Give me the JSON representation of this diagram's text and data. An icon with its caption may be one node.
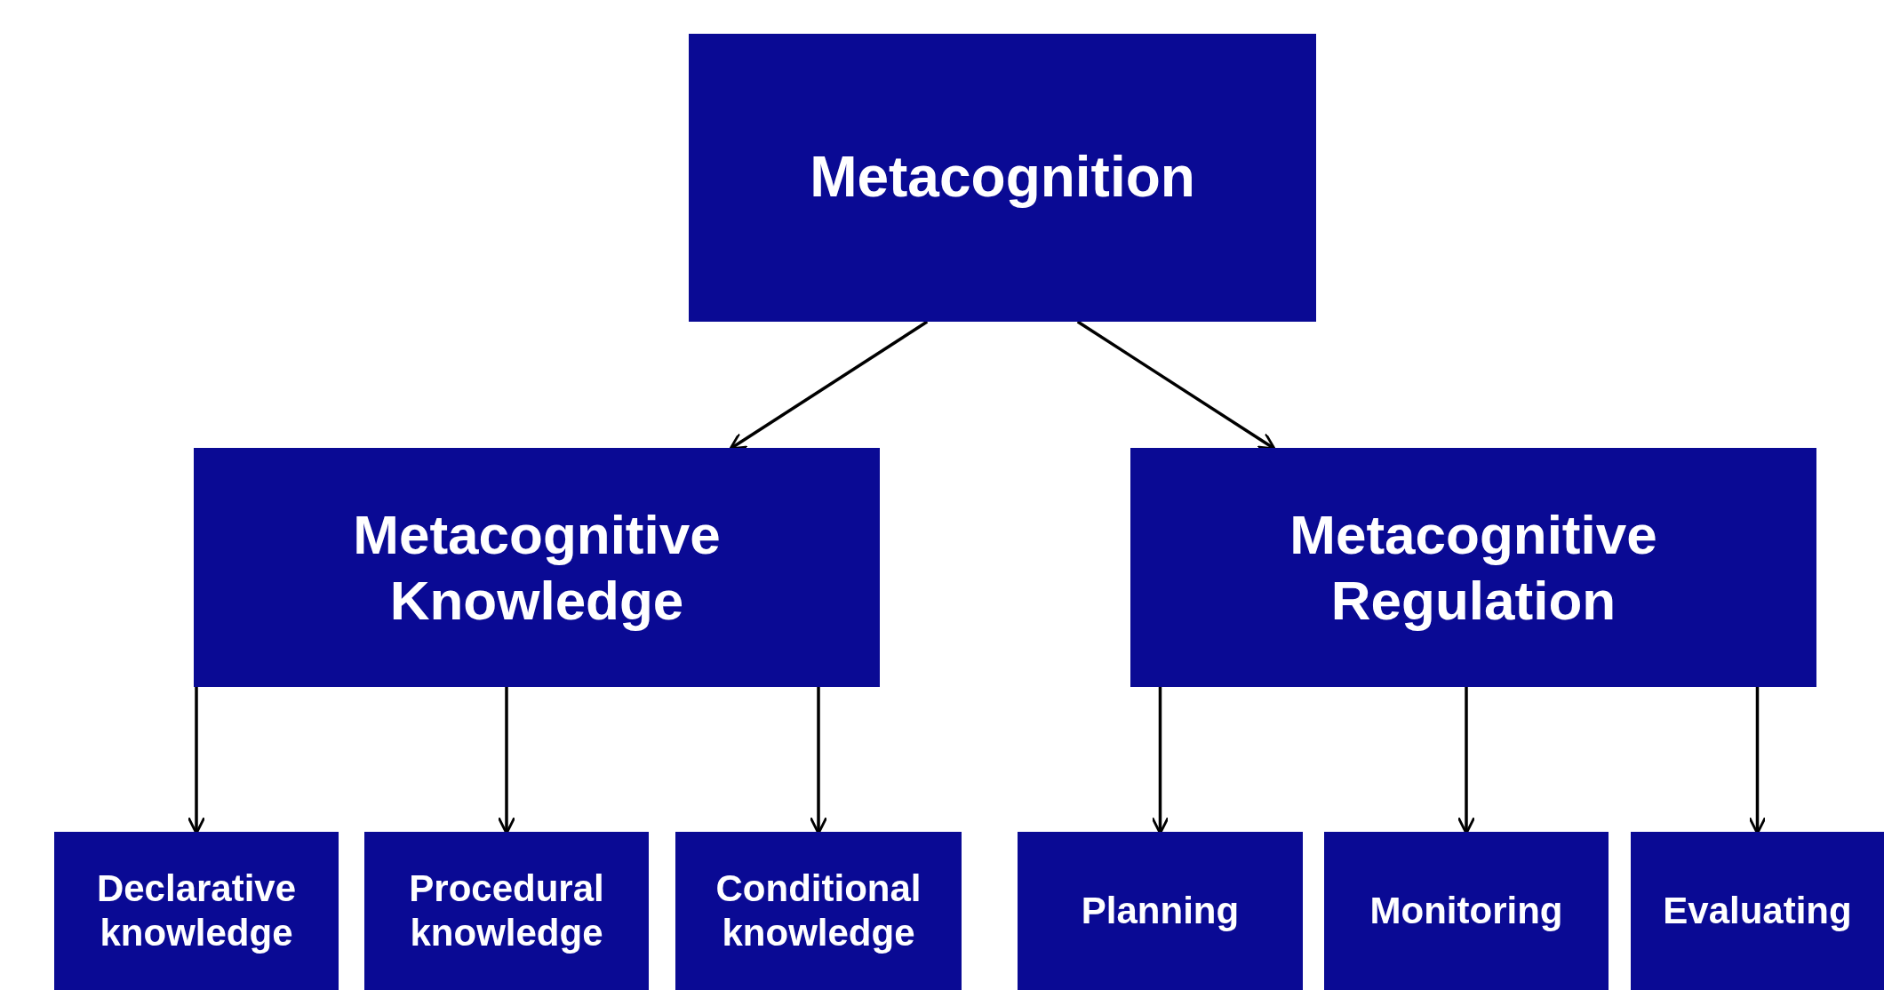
{
  "diagram": {
    "nodes": [
      {
        "text": [
          "Metacognition"
        ]
      },
      {
        "text": [
          "Metacognitive Knowledge"
        ]
      },
      {
        "text": [
          "Metacognitive Regulation"
        ]
      },
      {
        "text": [
          "Declarative knowledge"
        ]
      },
      {
        "text": [
          "Procedural knowledge"
        ]
      },
      {
        "text": [
          "Conditional knowledge"
        ]
      },
      {
        "text": [
          "Planning"
        ]
      },
      {
        "text": [
          "Monitoring"
        ]
      },
      {
        "text": [
          "Evaluating"
        ]
      }
    ],
    "edges": [
      {
        "from": 0,
        "to": 1,
        "arrow": "to"
      },
      {
        "from": 0,
        "to": 2,
        "arrow": "to"
      },
      {
        "from": 1,
        "to": 3,
        "arrow": "to"
      },
      {
        "from": 1,
        "to": 4,
        "arrow": "to"
      },
      {
        "from": 1,
        "to": 5,
        "arrow": "to"
      },
      {
        "from": 2,
        "to": 6,
        "arrow": "to"
      },
      {
        "from": 2,
        "to": 7,
        "arrow": "to"
      },
      {
        "from": 2,
        "to": 8,
        "arrow": "to"
      }
    ]
  }
}
